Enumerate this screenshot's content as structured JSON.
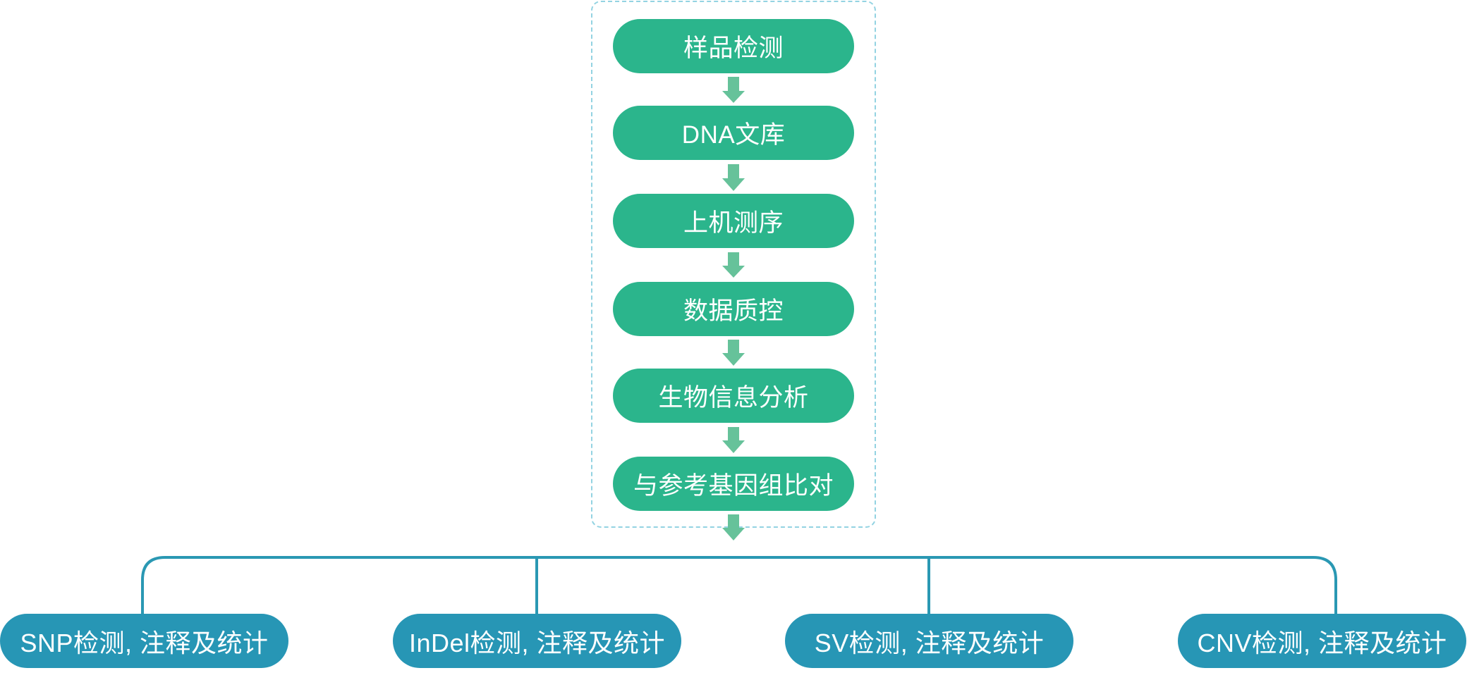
{
  "steps": [
    "样品检测",
    "DNA文库",
    "上机测序",
    "数据质控",
    "生物信息分析",
    "与参考基因组比对"
  ],
  "outputs": [
    "SNP检测, 注释及统计",
    "InDel检测, 注释及统计",
    "SV检测, 注释及统计",
    "CNV检测, 注释及统计"
  ],
  "colors": {
    "step_fill": "#2bb58c",
    "output_fill": "#2796b5",
    "arrow": "#66c29a",
    "bracket_line": "#2a98b3",
    "frame_border": "#93d3e2"
  }
}
